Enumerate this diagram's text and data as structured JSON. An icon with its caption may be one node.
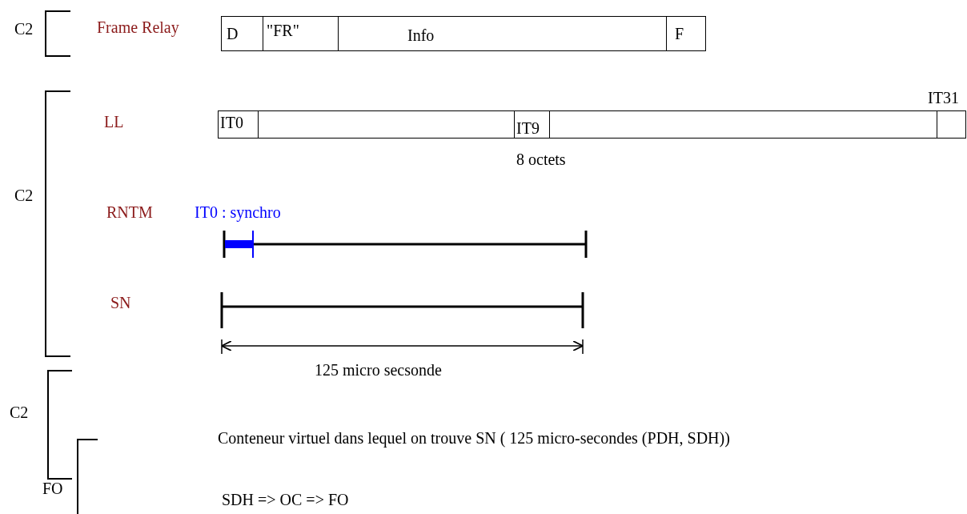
{
  "diagram": {
    "nodes": [
      {
        "text": [
          "D"
        ]
      },
      {
        "text": [
          "\"FR\""
        ]
      },
      {
        "text": [
          "Info"
        ]
      },
      {
        "text": [
          "F"
        ]
      },
      {
        "text": [
          "IT0"
        ]
      },
      {
        "text": [],
        "shape": "box"
      },
      {
        "text": [
          "IT9"
        ]
      },
      {
        "text": [],
        "shape": "box"
      },
      {
        "text": [
          "IT31"
        ]
      }
    ],
    "edges": [],
    "labels": [
      "C2",
      "Frame Relay",
      "LL",
      "8 octets",
      "C2",
      "RNTM",
      "IT0 : synchro",
      "SN",
      "125 micro secsonde",
      "C2",
      "Conteneur virtuel dans lequel on trouve SN ( 125 micro-secondes (PDH, SDH))",
      "FO",
      "SDH => OC => FO"
    ]
  }
}
